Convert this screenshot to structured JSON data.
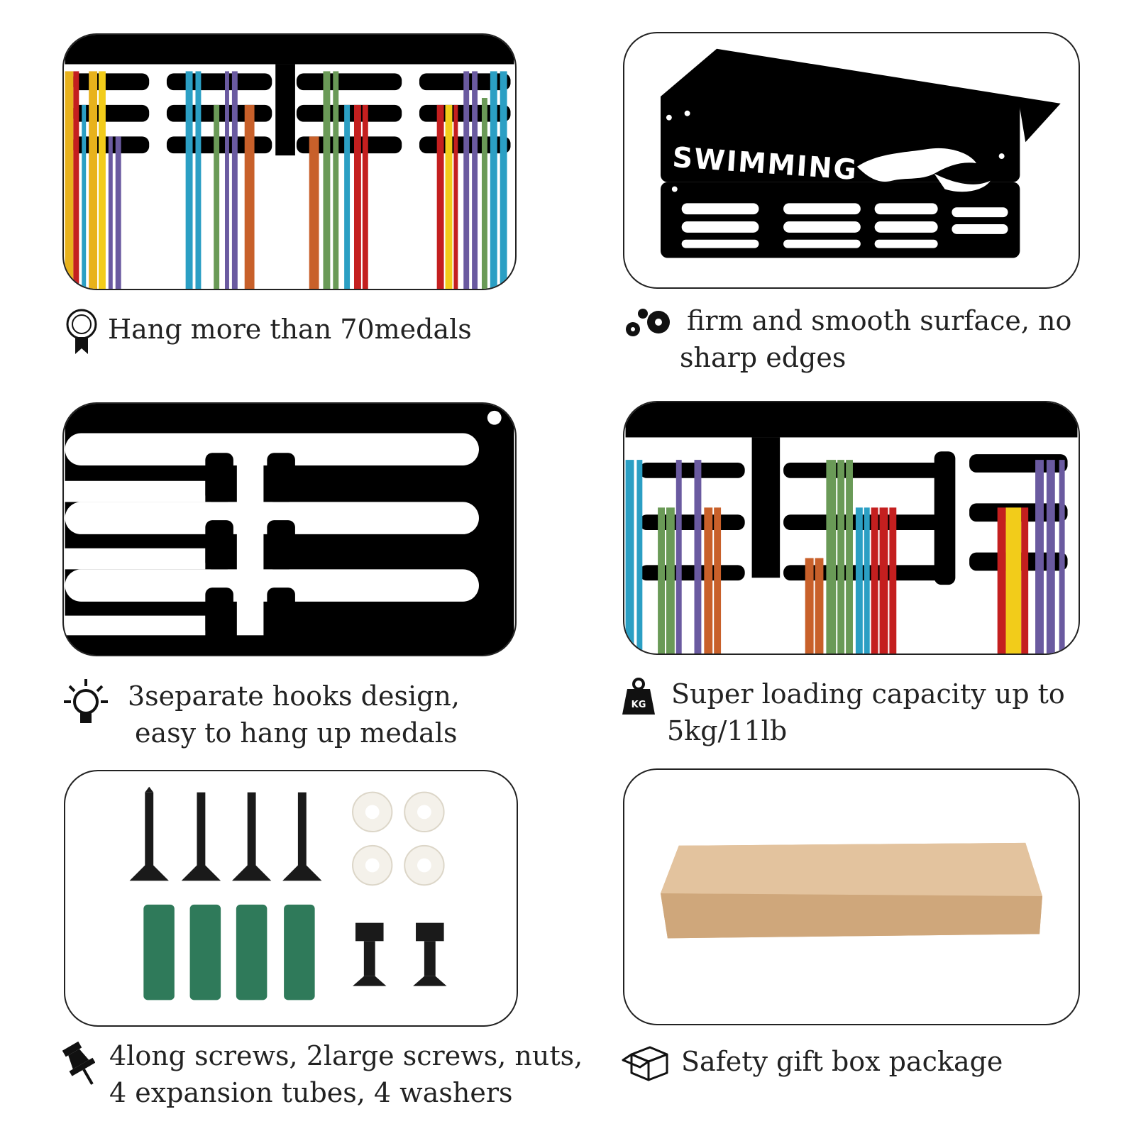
{
  "features": [
    {
      "icon": "medal-icon",
      "lines": [
        "Hang more than 70medals"
      ]
    },
    {
      "icon": "gears-icon",
      "lines": [
        "firm and smooth surface, no",
        "sharp edges"
      ]
    },
    {
      "icon": "lightbulb-icon",
      "lines": [
        "3separate hooks design,",
        "easy to hang up medals"
      ]
    },
    {
      "icon": "weight-kg-icon",
      "lines": [
        "Super loading capacity  up to",
        "5kg/11lb"
      ]
    },
    {
      "icon": "pushpin-icon",
      "lines": [
        "4long  screws, 2large  screws, nuts,",
        "4  expansion  tubes,  4  washers"
      ]
    },
    {
      "icon": "box-icon",
      "lines": [
        "Safety gift box package"
      ]
    }
  ],
  "product": {
    "sign_text": "SWIMMING",
    "weight_badge": "KG"
  },
  "colors": {
    "rack": "#000000",
    "ribbons": [
      "#e8b21c",
      "#c41f1f",
      "#2b9fc4",
      "#6a5aa0",
      "#6a9a57",
      "#c8602a",
      "#f2cc1a"
    ],
    "anchor": "#2f7a5a",
    "box": "#d9b58c"
  }
}
